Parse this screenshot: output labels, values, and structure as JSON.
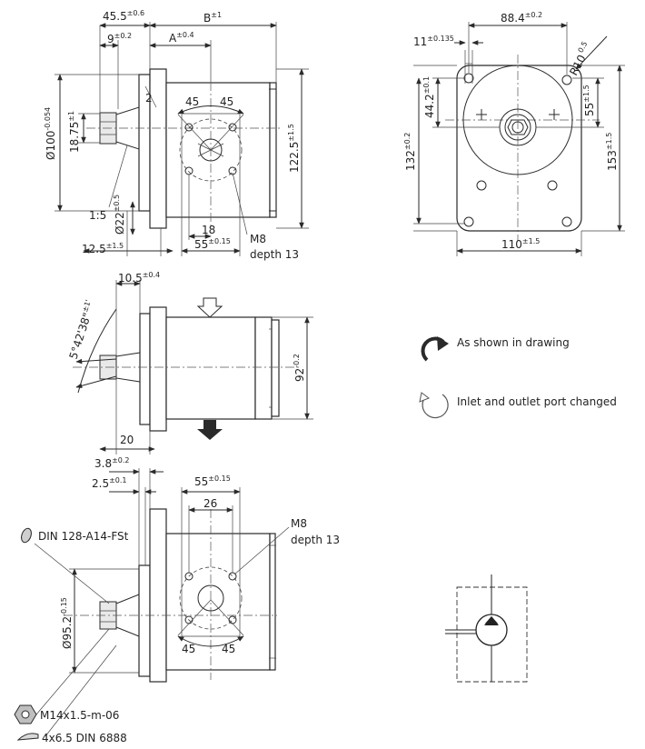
{
  "top_view": {
    "d_45_5": "45.5",
    "d_45_5_tol": "±0.6",
    "d_B": "B",
    "d_B_tol": "±1",
    "d_9": "9",
    "d_9_tol": "±0.2",
    "d_A": "A",
    "d_A_tol": "±0.4",
    "d_2": "2",
    "d_angle1": "45",
    "d_angle2": "45",
    "d_dia100": "Ø100",
    "d_dia100_tol": "-0.054",
    "d_18_75": "18.75",
    "d_18_75_tol": "±1",
    "d_122_5": "122.5",
    "d_122_5_tol": "±1.5",
    "d_taper": "1:5",
    "d_dia22": "Ø22",
    "d_dia22_tol": "±0.5",
    "d_18": "18",
    "d_55": "55",
    "d_55_tol": "±0.15",
    "d_12_5": "12.5",
    "d_12_5_tol": "±1.5",
    "d_thread": "M8",
    "d_depth": "depth 13"
  },
  "front_view": {
    "d_88_4": "88.4",
    "d_88_4_tol": "±0.2",
    "d_11": "11",
    "d_11_tol": "±0.135",
    "d_R10": "R10",
    "d_R10_tol": "0.5",
    "d_44_2": "44.2",
    "d_44_2_tol": "±0.1",
    "d_55": "55",
    "d_55_tol": "±1.5",
    "d_132": "132",
    "d_132_tol": "±0.2",
    "d_153": "153",
    "d_153_tol": "±1.5",
    "d_110": "110",
    "d_110_tol": "±1.5"
  },
  "side_view": {
    "d_10_5": "10.5",
    "d_10_5_tol": "±0.4",
    "d_angle": "5°42'38\"",
    "d_angle_tol": "±1'",
    "d_92": "92",
    "d_92_tol": "-0.2",
    "d_20": "20"
  },
  "rotation": {
    "cw_label": "As shown in drawing",
    "ccw_label": "Inlet and outlet port changed"
  },
  "bottom_view": {
    "d_3_8": "3.8",
    "d_3_8_tol": "±0.2",
    "d_2_5": "2.5",
    "d_2_5_tol": "±0.1",
    "d_55": "55",
    "d_55_tol": "±0.15",
    "d_26": "26",
    "d_thread": "M8",
    "d_depth": "depth 13",
    "d_dia95": "Ø95.2",
    "d_dia95_tol": "-0.15",
    "d_angle1": "45",
    "d_angle2": "45"
  },
  "legend": {
    "washer": "DIN 128-A14-FSt",
    "nut": "M14x1.5-m-06",
    "key": "4x6.5 DIN 6888"
  }
}
